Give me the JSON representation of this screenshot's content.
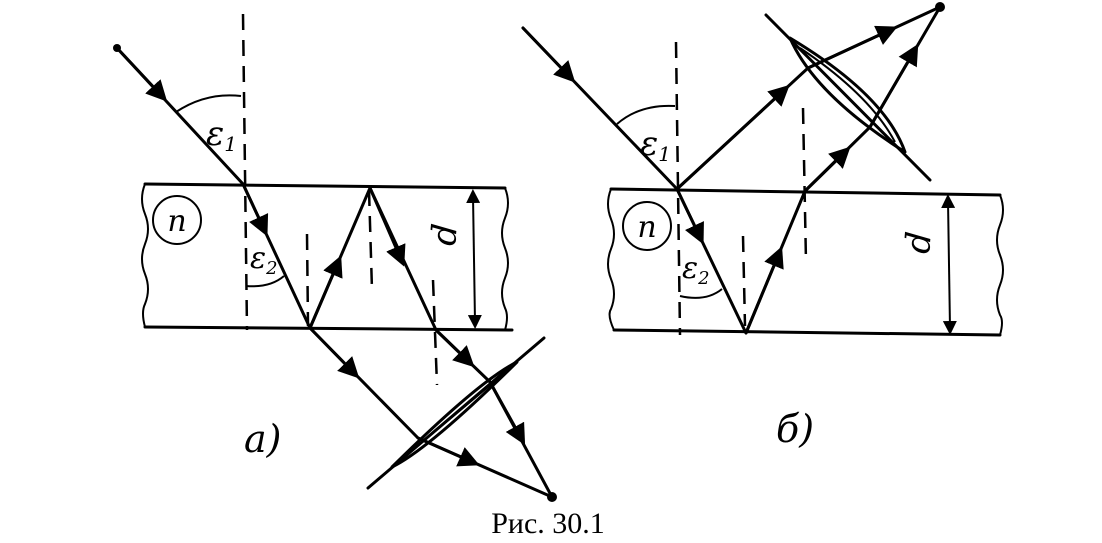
{
  "caption": "Рис. 30.1",
  "panel_a": {
    "label": "а)",
    "medium": "n",
    "angle_in": "ε",
    "angle_in_sub": "1",
    "angle_out": "ε",
    "angle_out_sub": "2",
    "thickness": "d"
  },
  "panel_b": {
    "label": "б)",
    "medium": "n",
    "angle_in": "ε",
    "angle_in_sub": "1",
    "angle_out": "ε",
    "angle_out_sub": "2",
    "thickness": "d"
  }
}
